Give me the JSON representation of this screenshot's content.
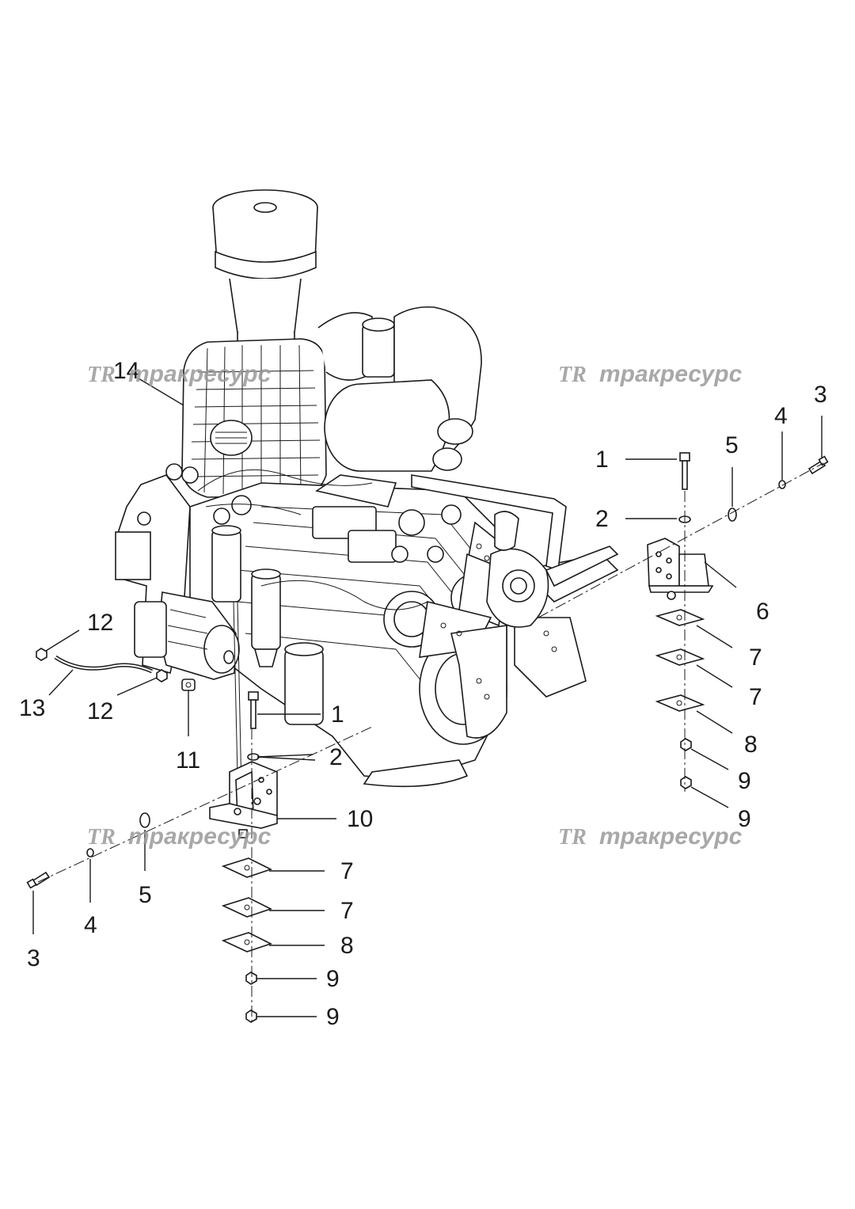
{
  "callouts": [
    {
      "id": "c1a",
      "text": "1"
    },
    {
      "id": "c2a",
      "text": "2"
    },
    {
      "id": "c3a",
      "text": "3"
    },
    {
      "id": "c4a",
      "text": "4"
    },
    {
      "id": "c5a",
      "text": "5"
    },
    {
      "id": "c6",
      "text": "6"
    },
    {
      "id": "c7a",
      "text": "7"
    },
    {
      "id": "c7b",
      "text": "7"
    },
    {
      "id": "c8a",
      "text": "8"
    },
    {
      "id": "c9a",
      "text": "9"
    },
    {
      "id": "c9b",
      "text": "9"
    },
    {
      "id": "c1b",
      "text": "1"
    },
    {
      "id": "c2b",
      "text": "2"
    },
    {
      "id": "c10",
      "text": "10"
    },
    {
      "id": "c7c",
      "text": "7"
    },
    {
      "id": "c7d",
      "text": "7"
    },
    {
      "id": "c8b",
      "text": "8"
    },
    {
      "id": "c9c",
      "text": "9"
    },
    {
      "id": "c9d",
      "text": "9"
    },
    {
      "id": "c3b",
      "text": "3"
    },
    {
      "id": "c4b",
      "text": "4"
    },
    {
      "id": "c5b",
      "text": "5"
    },
    {
      "id": "c11",
      "text": "11"
    },
    {
      "id": "c12a",
      "text": "12"
    },
    {
      "id": "c12b",
      "text": "12"
    },
    {
      "id": "c13",
      "text": "13"
    },
    {
      "id": "c14",
      "text": "14"
    }
  ],
  "watermark": {
    "logo": "TR",
    "text": "тракресурс"
  }
}
